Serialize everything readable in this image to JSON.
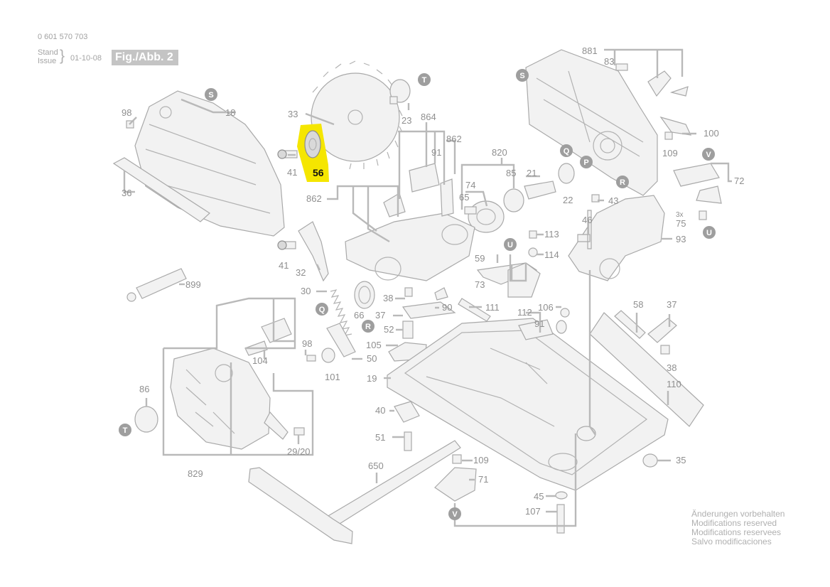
{
  "header": {
    "part_number": "0 601 570 703",
    "stand_label": "Stand",
    "issue_label": "Issue",
    "date": "01-10-08",
    "figure_label": "Fig./Abb. 2"
  },
  "highlight": {
    "part": "56",
    "color": "#f5e600"
  },
  "labels": {
    "p98a": "98",
    "p18": "18",
    "p36": "36",
    "p41a": "41",
    "p41b": "41",
    "p33": "33",
    "p56": "56",
    "p23": "23",
    "p864": "864",
    "p862a": "862",
    "p91a": "91",
    "p820": "820",
    "p85": "85",
    "p21": "21",
    "p22": "22",
    "p74": "74",
    "p65": "65",
    "p862b": "862",
    "p881": "881",
    "p83": "83",
    "p100": "100",
    "p109a": "109",
    "p72": "72",
    "p43": "43",
    "p46": "46",
    "p3x": "3x",
    "p75": "75",
    "p93": "93",
    "p113": "113",
    "p114": "114",
    "p59": "59",
    "p73": "73",
    "p32": "32",
    "p899": "899",
    "p30": "30",
    "p38a": "38",
    "p90": "90",
    "p111": "111",
    "p37a": "37",
    "p66": "66",
    "p52": "52",
    "p105": "105",
    "p112": "112",
    "p106": "106",
    "p91b": "91",
    "p58": "58",
    "p37b": "37",
    "p38b": "38",
    "p104": "104",
    "p98b": "98",
    "p50": "50",
    "p101": "101",
    "p19": "19",
    "p110": "110",
    "p86": "86",
    "p40": "40",
    "p51": "51",
    "p2920": "29/20",
    "p650": "650",
    "p109b": "109",
    "p71": "71",
    "p35": "35",
    "p45": "45",
    "p107": "107",
    "p829": "829"
  },
  "circle_letters": {
    "s1": "S",
    "t1": "T",
    "s2": "S",
    "q1": "Q",
    "p1": "P",
    "v1": "V",
    "r1": "R",
    "u1": "U",
    "u2": "U",
    "q2": "Q",
    "r2": "R",
    "t2": "T",
    "v2": "V"
  },
  "footer": {
    "line1": "Änderungen vorbehalten",
    "line2": "Modifications reserved",
    "line3": "Modifications reservees",
    "line4": "Salvo modificaciones"
  }
}
